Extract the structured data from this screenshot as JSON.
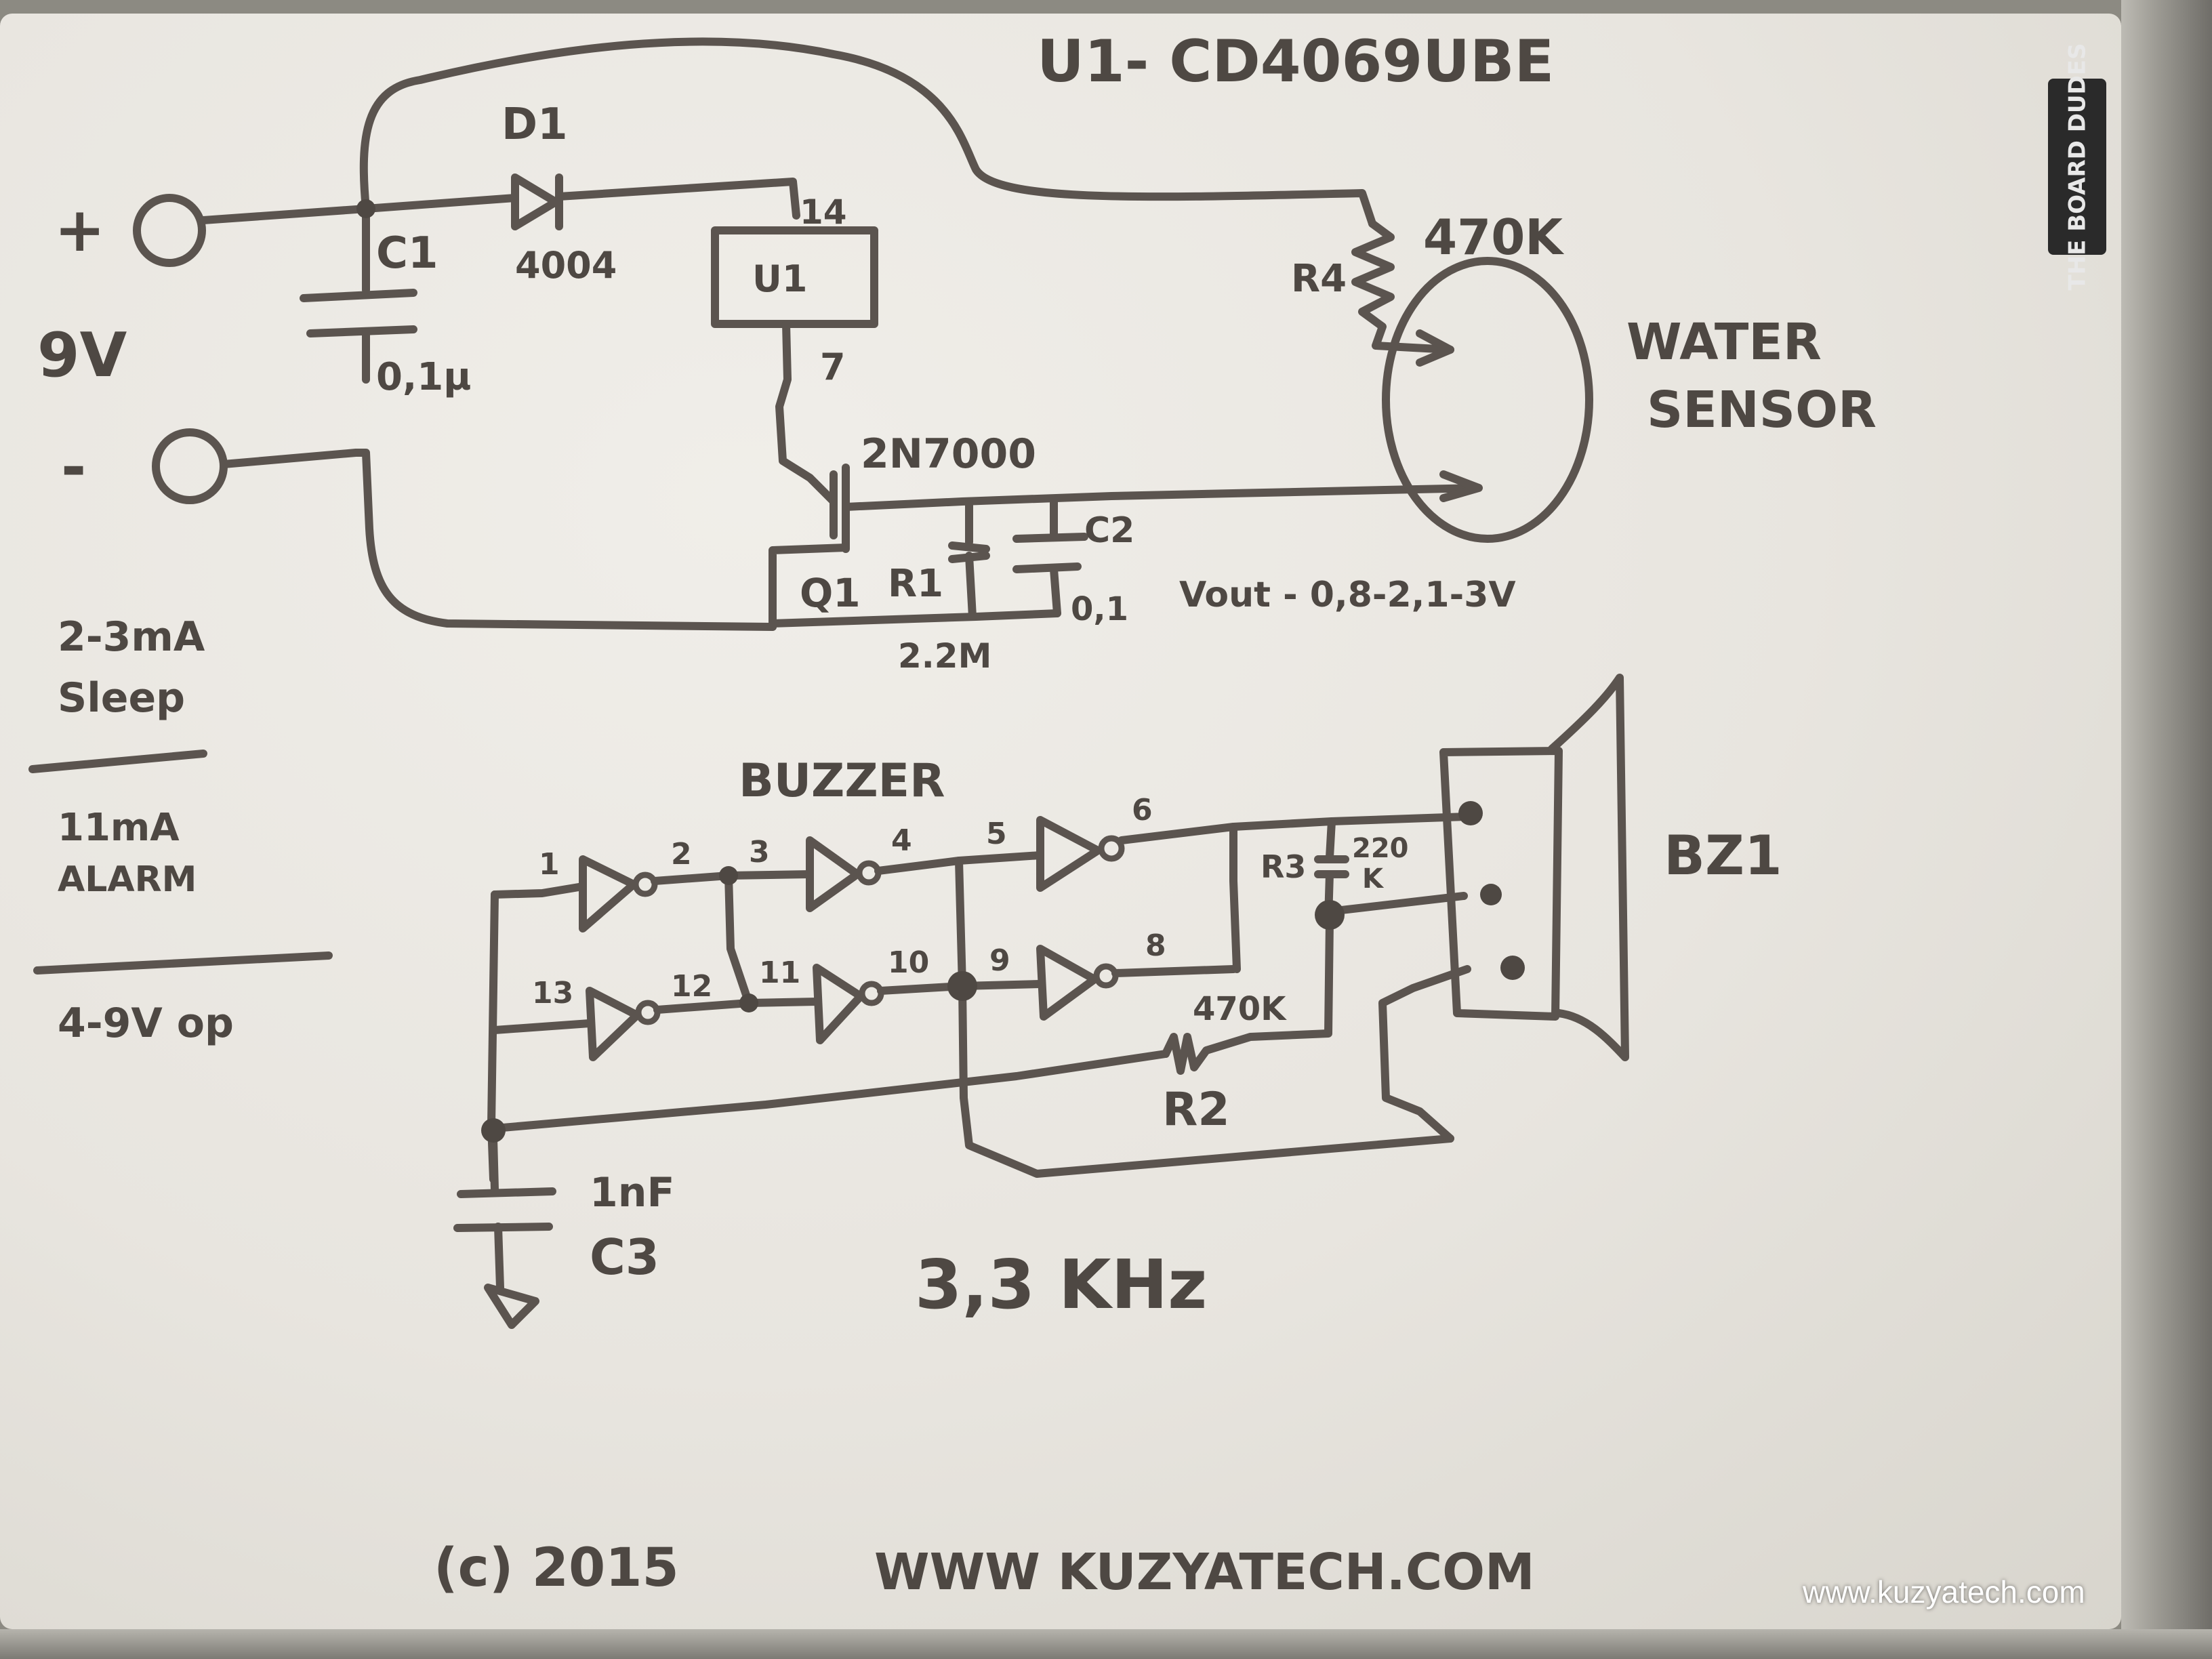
{
  "title": "U1- CD4069UBE",
  "supply": {
    "plus": "+",
    "minus": "-",
    "voltage": "9V"
  },
  "parts": {
    "d1": "D1",
    "d1_type": "4004",
    "c1": "C1",
    "c1_value": "0,1µ",
    "u1": "U1",
    "u1_pin_vdd": "14",
    "u1_pin_vss": "7",
    "r4": "R4",
    "r4_value": "470K",
    "q1": "Q1",
    "q1_type": "2N7000",
    "r1": "R1",
    "r1_value": "2.2M",
    "c2": "C2",
    "c2_value": "0,1",
    "vout": "Vout - 0,8-2,1-3V",
    "sensor": [
      "WATER",
      "SENSOR"
    ],
    "r3": "R3",
    "r3_value": [
      "220",
      "K"
    ],
    "r2": "R2",
    "r2_value": "470K",
    "c3": "C3",
    "c3_value": "1nF",
    "bz1": "BZ1"
  },
  "buzzer": {
    "label": "BUZZER",
    "pins": [
      "1",
      "2",
      "3",
      "4",
      "5",
      "6",
      "8",
      "9",
      "10",
      "11",
      "12",
      "13"
    ],
    "frequency": "3,3 KHz"
  },
  "notes": {
    "sleep": [
      "2-3mA",
      "Sleep"
    ],
    "alarm": [
      "11mA",
      "ALARM"
    ],
    "operating": "4-9V op"
  },
  "footer": {
    "copyright": "(c) 2015",
    "site": "WWW KUZYATECH.COM"
  },
  "watermark": "www.kuzyatech.com",
  "brand": "THE BOARD DUDES"
}
